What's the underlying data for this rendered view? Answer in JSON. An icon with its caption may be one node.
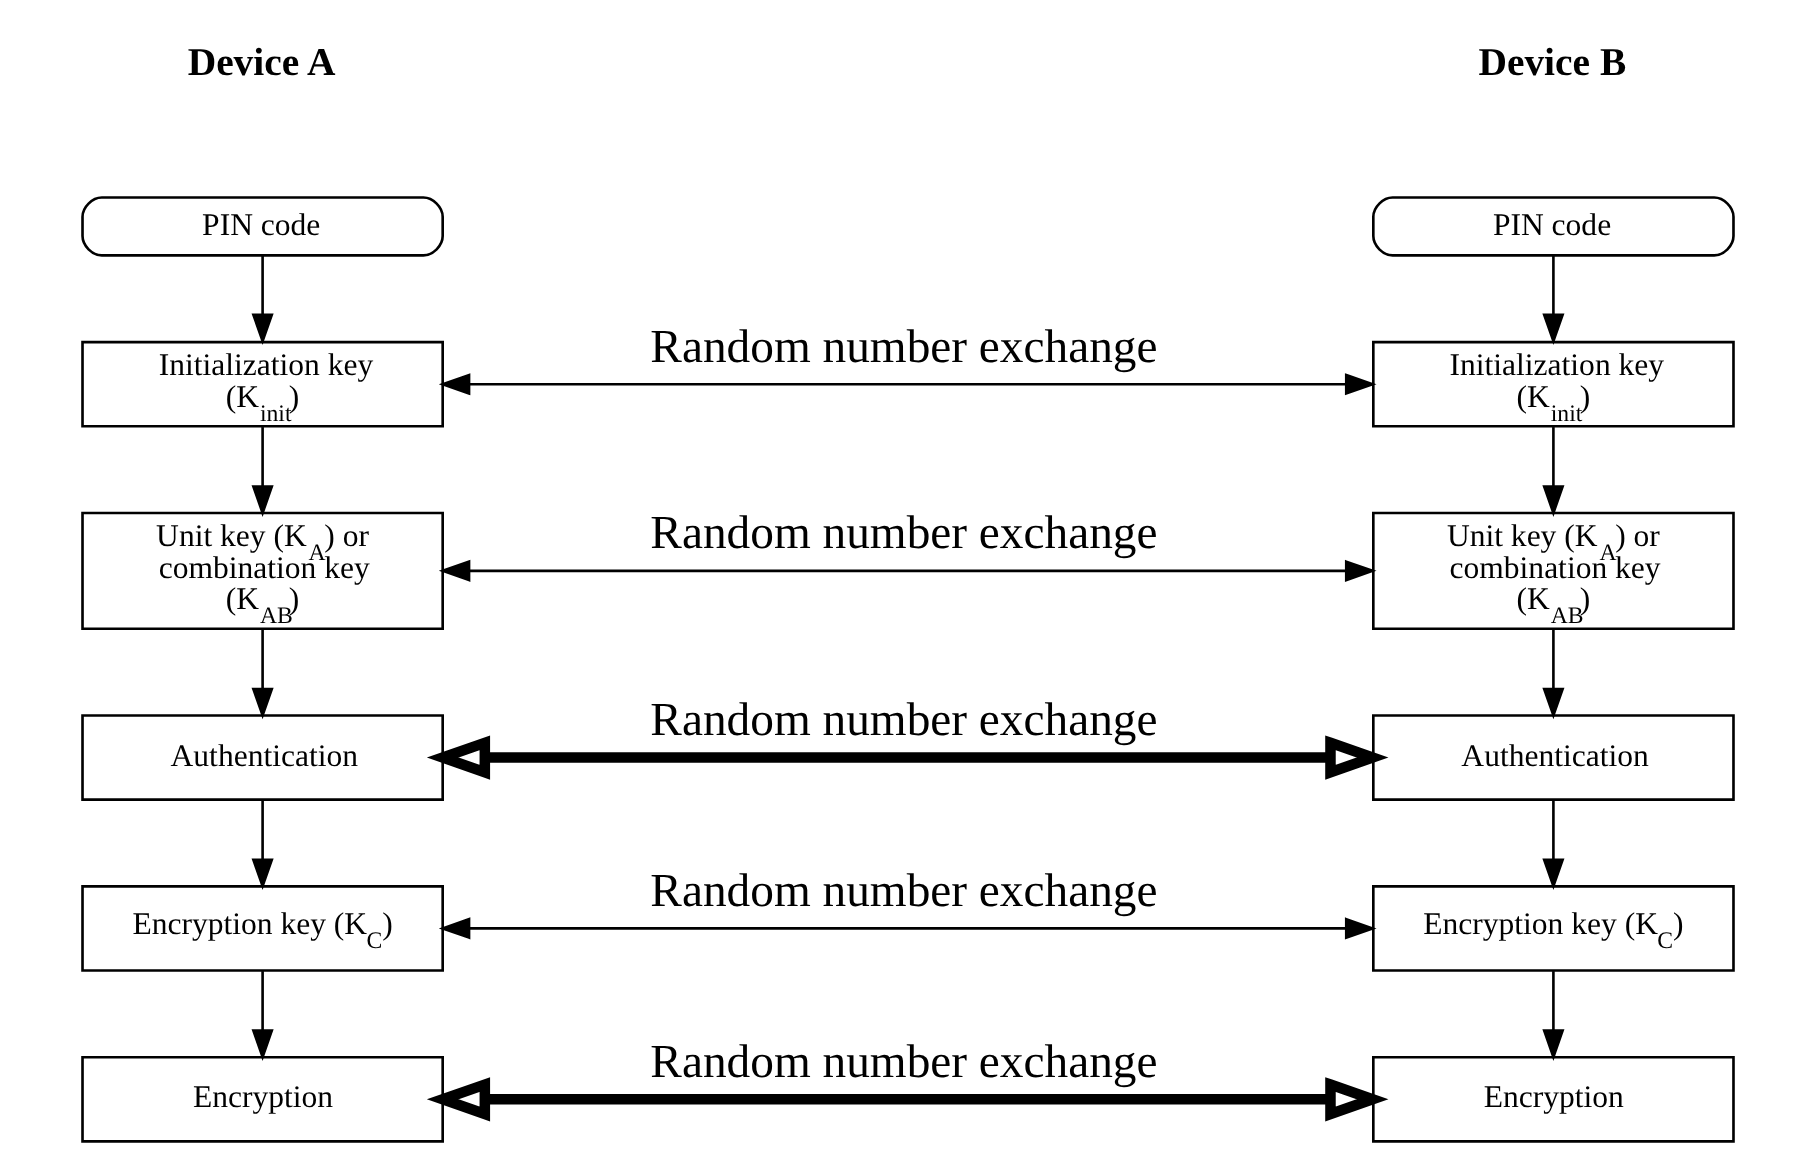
{
  "diagram": {
    "nodes": [
      {
        "text": [
          "PIN code"
        ]
      },
      {
        "text": [
          "PIN code"
        ]
      },
      {
        "text": [
          "Initialization key (K$_{init}$)"
        ]
      },
      {
        "text": [
          "Initialization key (K$_{init}$)"
        ]
      },
      {
        "text": [
          "Unit key (K$_{A}$) or combination key (K$_{AB}$)"
        ]
      },
      {
        "text": [
          "Unit key (K$_{A}$) or combination key (K$_{AB}$)"
        ]
      },
      {
        "text": [
          "Authentication"
        ]
      },
      {
        "text": [
          "Authentication"
        ]
      },
      {
        "text": [
          "Encryption key (K$_{C}$)"
        ]
      },
      {
        "text": [
          "Encryption key (K$_{C}$)"
        ]
      },
      {
        "text": [
          "Encryption"
        ]
      },
      {
        "text": [
          "Encryption"
        ]
      }
    ],
    "edges": [
      {
        "from": 0,
        "to": 2,
        "arrow": "to"
      },
      {
        "from": 1,
        "to": 3,
        "arrow": "to"
      },
      {
        "from": 2,
        "to": 3,
        "arrow": "both",
        "label": "Random number exchange"
      },
      {
        "from": 2,
        "to": 4,
        "arrow": "to"
      },
      {
        "from": 3,
        "to": 5,
        "arrow": "to"
      },
      {
        "from": 4,
        "to": 5,
        "arrow": "both",
        "label": "Random number exchange"
      },
      {
        "from": 4,
        "to": 6,
        "arrow": "to"
      },
      {
        "from": 5,
        "to": 7,
        "arrow": "to"
      },
      {
        "from": 6,
        "to": 7,
        "arrow": "both",
        "label": "Random number exchange",
        "style": "thick"
      },
      {
        "from": 6,
        "to": 8,
        "arrow": "to"
      },
      {
        "from": 7,
        "to": 9,
        "arrow": "to"
      },
      {
        "from": 8,
        "to": 9,
        "arrow": "both",
        "label": "Random number exchange"
      },
      {
        "from": 8,
        "to": 10,
        "arrow": "to"
      },
      {
        "from": 9,
        "to": 11,
        "arrow": "to"
      },
      {
        "from": 10,
        "to": 11,
        "arrow": "both",
        "label": "Random number exchange",
        "style": "thick"
      }
    ],
    "labels": [
      "Device A",
      "Device B"
    ]
  }
}
